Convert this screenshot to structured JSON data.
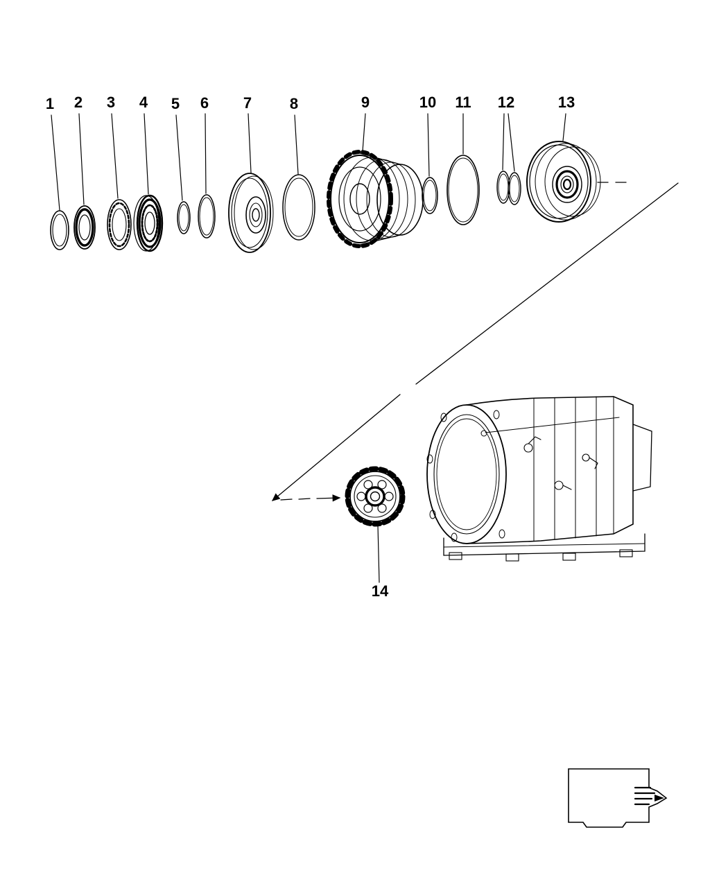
{
  "diagram": {
    "background_color": "#ffffff",
    "line_color": "#000000",
    "callouts": [
      {
        "id": 1,
        "label": "1"
      },
      {
        "id": 2,
        "label": "2"
      },
      {
        "id": 3,
        "label": "3"
      },
      {
        "id": 4,
        "label": "4"
      },
      {
        "id": 5,
        "label": "5"
      },
      {
        "id": 6,
        "label": "6"
      },
      {
        "id": 7,
        "label": "7"
      },
      {
        "id": 8,
        "label": "8"
      },
      {
        "id": 9,
        "label": "9"
      },
      {
        "id": 10,
        "label": "10"
      },
      {
        "id": 11,
        "label": "11"
      },
      {
        "id": 12,
        "label": "12"
      },
      {
        "id": 13,
        "label": "13"
      },
      {
        "id": 14,
        "label": "14"
      }
    ]
  }
}
